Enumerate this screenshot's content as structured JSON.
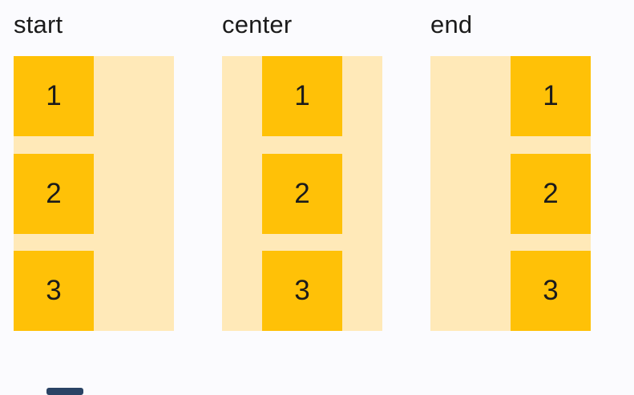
{
  "page": {
    "background": "#FBFBFE"
  },
  "colors": {
    "container_bg": "#FFE9B8",
    "item_bg": "#FFC107",
    "label_text": "#1B1B1B",
    "item_text": "#1B1B1B",
    "bottom_bar": "#2A4365"
  },
  "groups": [
    {
      "label": "start",
      "alignment": "start",
      "items": [
        "1",
        "2",
        "3"
      ]
    },
    {
      "label": "center",
      "alignment": "center",
      "items": [
        "1",
        "2",
        "3"
      ]
    },
    {
      "label": "end",
      "alignment": "end",
      "items": [
        "1",
        "2",
        "3"
      ]
    }
  ]
}
